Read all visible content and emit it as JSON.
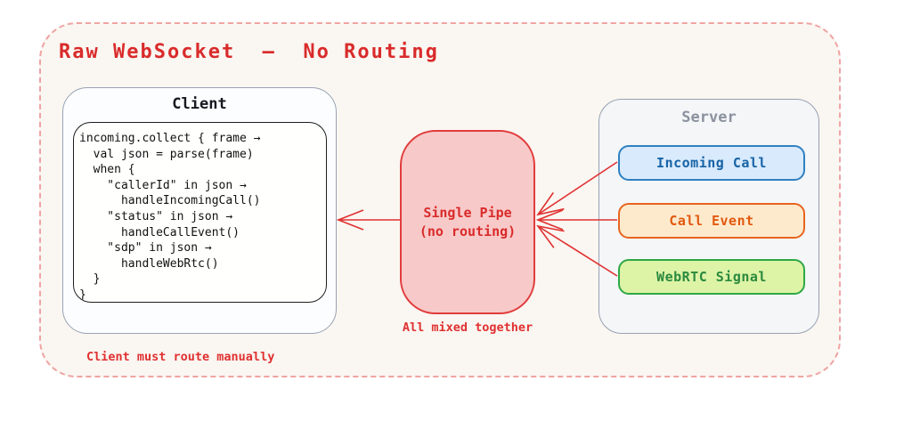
{
  "diagram": {
    "title": "Raw WebSocket  —  No Routing",
    "client": {
      "title": "Client",
      "code": "incoming.collect { frame →\n  val json = parse(frame)\n  when {\n    \"callerId\" in json →\n      handleIncomingCall()\n    \"status\" in json →\n      handleCallEvent()\n    \"sdp\" in json →\n      handleWebRtc()\n  }\n}",
      "caption": "Client must route manually"
    },
    "pipe": {
      "label": "Single Pipe\n(no routing)",
      "caption": "All mixed together"
    },
    "server": {
      "title": "Server",
      "items": [
        {
          "label": "Incoming Call",
          "fill": "#d8eafc",
          "border": "#2f80c0",
          "text_color": "#1763a6"
        },
        {
          "label": "Call Event",
          "fill": "#fdeacd",
          "border": "#e8641f",
          "text_color": "#e2590f"
        },
        {
          "label": "WebRTC Signal",
          "fill": "#ddf3a6",
          "border": "#2ea845",
          "text_color": "#2b8a3e"
        }
      ]
    },
    "connections": [
      {
        "from": "Incoming Call",
        "to": "Single Pipe"
      },
      {
        "from": "Call Event",
        "to": "Single Pipe"
      },
      {
        "from": "WebRTC Signal",
        "to": "Single Pipe"
      },
      {
        "from": "Single Pipe",
        "to": "Client"
      }
    ],
    "colors": {
      "accent_red": "#e03131",
      "title_red": "#d92b2b",
      "pipe_fill": "#f8c9c9",
      "pipe_border": "#e13c3c",
      "canvas_bg": "#faf6f1",
      "dashed_border": "#f0a3a3",
      "box_border_grey": "#98a2b3",
      "server_title_grey": "#8b929e"
    }
  }
}
